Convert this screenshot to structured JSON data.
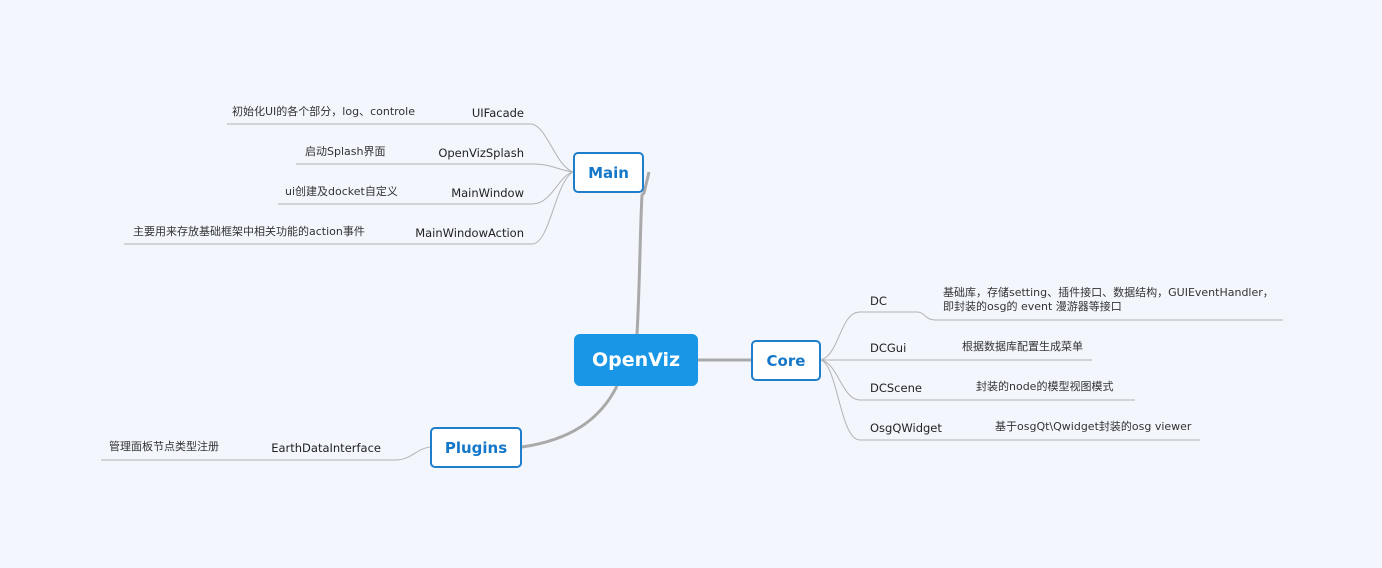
{
  "mindmap": {
    "root": "OpenViz",
    "branches": {
      "main": {
        "label": "Main",
        "children": [
          {
            "name": "UIFacade",
            "note": "初始化UI的各个部分，log、controle"
          },
          {
            "name": "OpenVizSplash",
            "note": "启动Splash界面"
          },
          {
            "name": "MainWindow",
            "note": "ui创建及docket自定义"
          },
          {
            "name": "MainWindowAction",
            "note": "主要用来存放基础框架中相关功能的action事件"
          }
        ]
      },
      "core": {
        "label": "Core",
        "children": [
          {
            "name": "DC",
            "note_line1": "基础库，存储setting、插件接口、数据结构，GUIEventHandler，",
            "note_line2": "即封装的osg的 event 漫游器等接口"
          },
          {
            "name": "DCGui",
            "note": "根据数据库配置生成菜单"
          },
          {
            "name": "DCScene",
            "note": "封装的node的模型视图模式"
          },
          {
            "name": "OsgQWidget",
            "note": "基于osgQt\\Qwidget封装的osg viewer"
          }
        ]
      },
      "plugins": {
        "label": "Plugins",
        "children": [
          {
            "name": "EarthDataInterface",
            "note": "管理面板节点类型注册"
          }
        ]
      }
    },
    "colors": {
      "background": "#f3f6fd",
      "root_fill": "#1a96e6",
      "branch_border": "#1f7ec9",
      "branch_text": "#1577c9",
      "link_main": "#a9a9a9",
      "link_sub": "#b3b3b3"
    }
  }
}
